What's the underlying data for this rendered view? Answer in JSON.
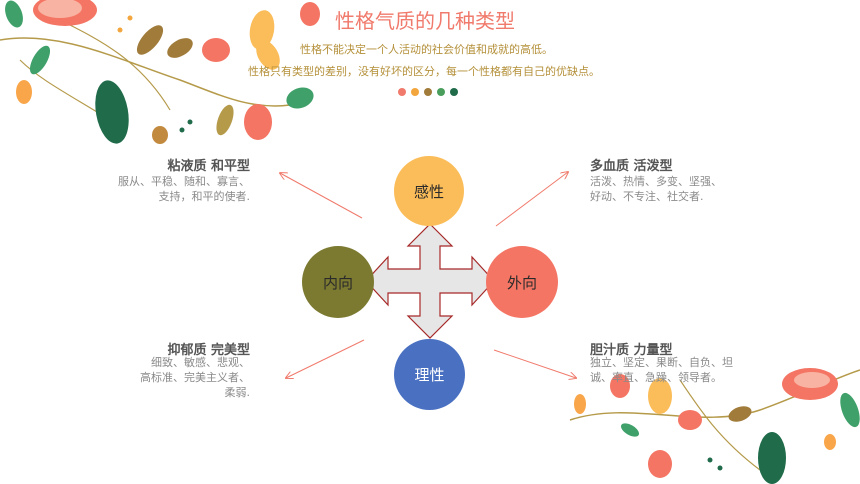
{
  "title": "性格气质的几种类型",
  "subtitle_line1": "性格不能决定一个人活动的社会价值和成就的高低。",
  "subtitle_line2": "性格只有类型的差别，没有好坏的区分，每一个性格都有自己的优缺点。",
  "colors": {
    "accent": "#f07a6c",
    "dots": [
      "#f07a6c",
      "#f2a63d",
      "#a07b3a",
      "#4a9e5c",
      "#1f6b4a"
    ],
    "circle_top": "#fbbd59",
    "circle_left": "#7c7a31",
    "circle_right": "#f47564",
    "circle_bottom": "#4a70c2"
  },
  "circles": {
    "top": "感性",
    "left": "内向",
    "right": "外向",
    "bottom": "理性"
  },
  "quadrants": {
    "top_left": {
      "heading": "粘液质  和平型",
      "lines": [
        "服从、平稳、随和、寡言、",
        "支持，和平的使者."
      ]
    },
    "top_right": {
      "heading": "多血质  活泼型",
      "lines": [
        "活泼、热情、多变、坚强、",
        "好动、不专注、社交者."
      ]
    },
    "bottom_left": {
      "heading": "抑郁质  完美型",
      "lines": [
        "细致、敏感、悲观、",
        "高标准、完美主义者、",
        "柔弱."
      ]
    },
    "bottom_right": {
      "heading": "胆汁质  力量型",
      "text": "独立、坚定、果断、自负、坦诚、率直、急躁、领导者。"
    }
  }
}
